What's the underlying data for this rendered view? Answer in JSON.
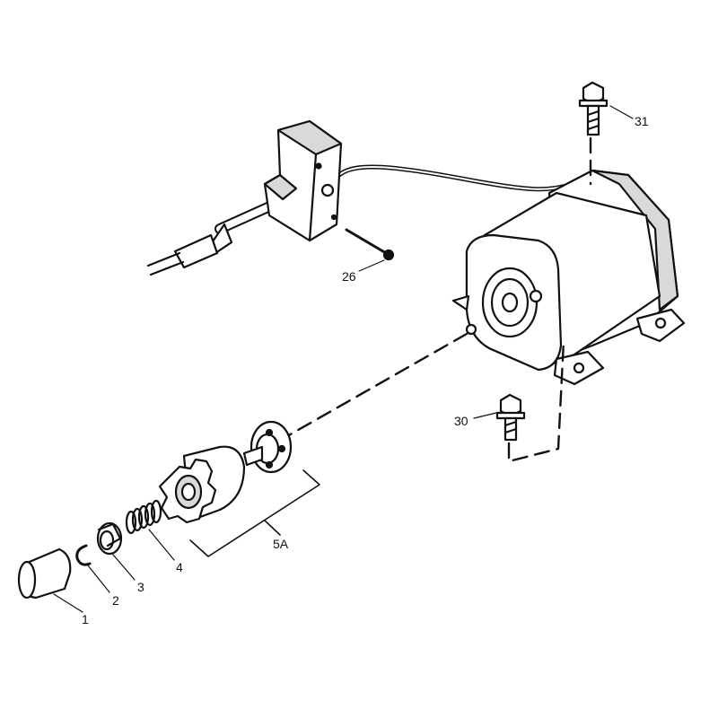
{
  "diagram": {
    "callouts": {
      "c1": "1",
      "c2": "2",
      "c3": "3",
      "c4": "4",
      "c5a": "5A",
      "c26": "26",
      "c30": "30",
      "c31": "31"
    },
    "colors": {
      "ink": "#111111",
      "paper": "#ffffff",
      "shade": "#d9d9d9"
    }
  }
}
